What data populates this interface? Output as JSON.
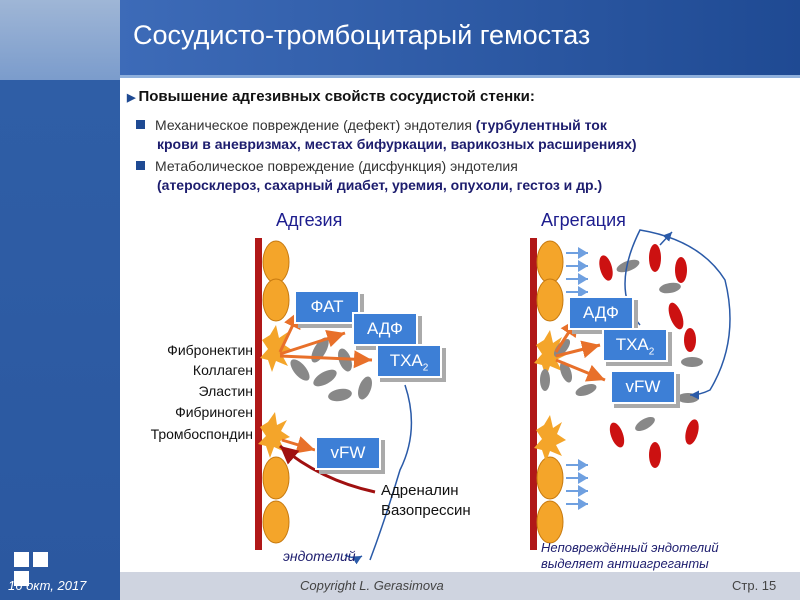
{
  "slide": {
    "title": "Сосудисто-тромбоцитарый гемостаз",
    "bullet_main": "Повышение адгезивных свойств сосудистой стенки:",
    "sub1_plain": "Механическое повреждение (дефект) эндотелия ",
    "sub1_bold_a": "(турбулентный ток",
    "sub1_bold_b": "крови в аневризмах, местах бифуркации, варикозных расширениях)",
    "sub2_plain": "Метаболическое повреждение (дисфункция) эндотелия",
    "sub2_bold": "(атеросклероз, сахарный диабет, уремия, опухоли, гестоз и др.)"
  },
  "diagram": {
    "adhesion_title": "Адгезия",
    "aggregation_title": "Агрегация",
    "factors": [
      "Фибронектин",
      "Коллаген",
      "Эластин",
      "Фибриноген",
      "Тромбоспондин"
    ],
    "left_boxes": {
      "fat": "ФАТ",
      "adp": "АДФ",
      "txa": "TXA",
      "txa_sub": "2",
      "vfw": "vFW"
    },
    "right_boxes": {
      "adp": "АДФ",
      "txa": "TXA",
      "txa_sub": "2",
      "vfw": "vFW"
    },
    "hormones": [
      "Адреналин",
      "Вазопрессин"
    ],
    "endothelium_label": "эндотелий",
    "right_note_1": "Неповреждённый эндотелий",
    "right_note_2": "выделяет антиагреганты"
  },
  "footer": {
    "date": "16 окт, 2017",
    "copyright": "Copyright L. Gerasimova",
    "page": "Стр. 15"
  },
  "colors": {
    "accent": "#1f4a93",
    "box": "#3d7fd6",
    "vessel": "#b01818",
    "cell": "#f4a52a",
    "platelet": "#777777",
    "rbc": "#cc1111"
  }
}
